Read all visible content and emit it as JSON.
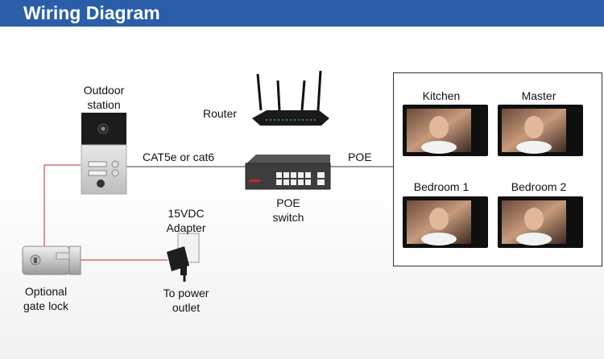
{
  "header": {
    "title": "Wiring Diagram"
  },
  "outdoor_station": {
    "label_line1": "Outdoor",
    "label_line2": "station"
  },
  "router": {
    "label": "Router"
  },
  "cable_label": "CAT5e or cat6",
  "poe_label": "POE",
  "poe_switch": {
    "label_line1": "POE",
    "label_line2": "switch"
  },
  "adapter": {
    "label_line1": "15VDC",
    "label_line2": "Adapter"
  },
  "power_outlet": {
    "label_line1": "To power",
    "label_line2": "outlet"
  },
  "gate_lock": {
    "label_line1": "Optional",
    "label_line2": "gate lock"
  },
  "monitors": [
    {
      "label": "Kitchen"
    },
    {
      "label": "Master"
    },
    {
      "label": "Bedroom 1"
    },
    {
      "label": "Bedroom 2"
    }
  ],
  "colors": {
    "header": "#2a5ea8",
    "power_wire": "#c0282d",
    "network_wire": "#333333"
  }
}
